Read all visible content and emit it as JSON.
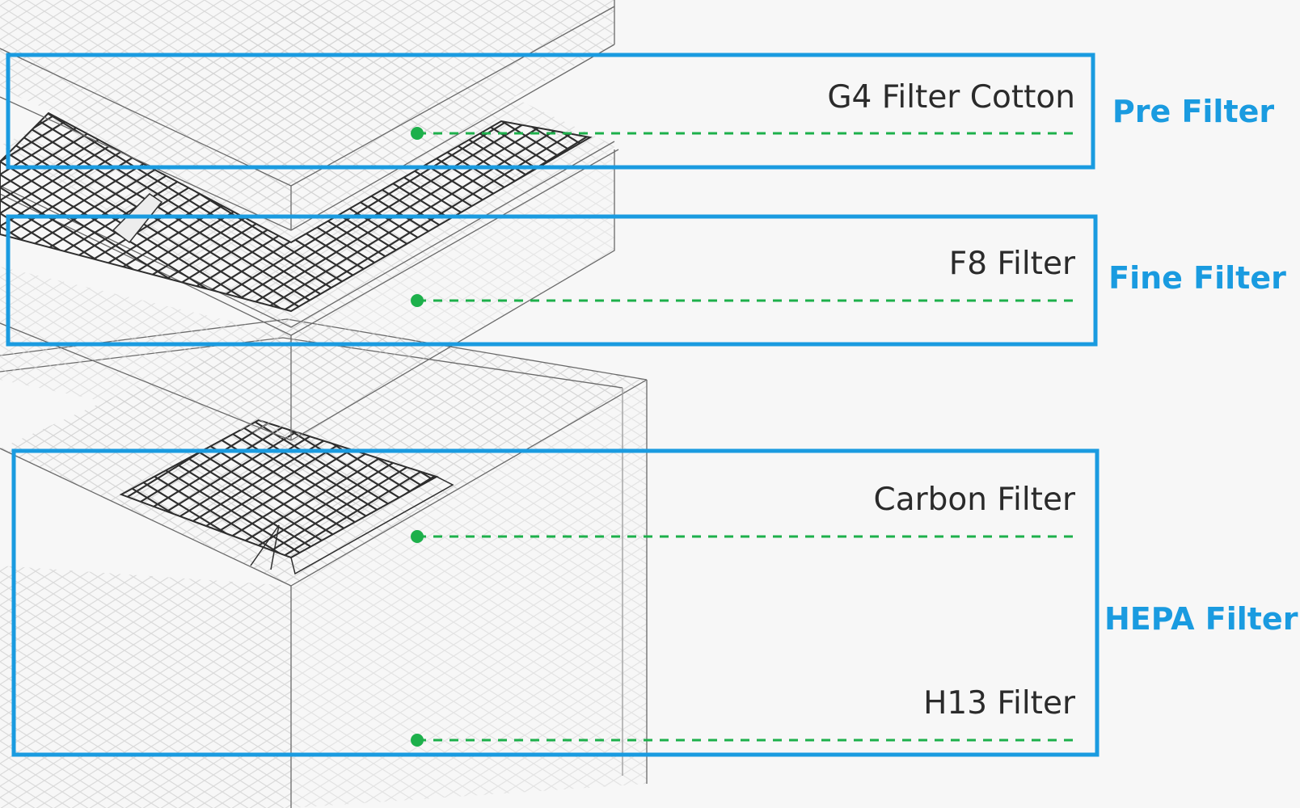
{
  "colors": {
    "accent_blue": "#1a9be0",
    "marker_green": "#1db04b",
    "line_gray": "#555555",
    "light_gray": "#c8c8c8",
    "background": "#f7f7f7"
  },
  "groups": [
    {
      "id": "pre",
      "label": "Pre Filter",
      "layers": [
        "G4 Filter Cotton"
      ]
    },
    {
      "id": "fine",
      "label": "Fine Filter",
      "layers": [
        "F8 Filter"
      ]
    },
    {
      "id": "hepa",
      "label": "HEPA Filter",
      "layers": [
        "Carbon Filter",
        "H13 Filter"
      ]
    }
  ]
}
